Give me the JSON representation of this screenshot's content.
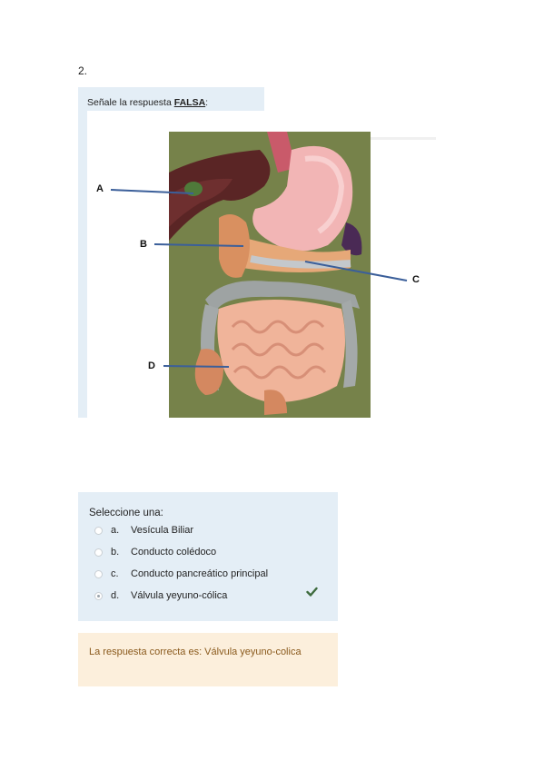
{
  "question": {
    "number": "2.",
    "prompt_prefix": "Señale la respuesta ",
    "prompt_emphasis": "FALSA",
    "prompt_suffix": ":"
  },
  "figure": {
    "labels": [
      "A",
      "B",
      "C",
      "D"
    ]
  },
  "answer": {
    "select_label": "Seleccione una:",
    "options": [
      {
        "letter": "a.",
        "text": "Vesícula Biliar",
        "selected": false
      },
      {
        "letter": "b.",
        "text": "Conducto colédoco",
        "selected": false
      },
      {
        "letter": "c.",
        "text": "Conducto pancreático principal",
        "selected": false
      },
      {
        "letter": "d.",
        "text": "Válvula yeyuno-cólica",
        "selected": true
      }
    ],
    "correct_icon": "checkmark-icon"
  },
  "feedback": {
    "text": "La respuesta correcta es: Válvula yeyuno-colica"
  },
  "colors": {
    "question_bg": "#e4eef6",
    "feedback_bg": "#fcefdc",
    "feedback_text": "#8a5a1d",
    "leader_line": "#3b5f9a",
    "check": "#3e6b3e"
  }
}
